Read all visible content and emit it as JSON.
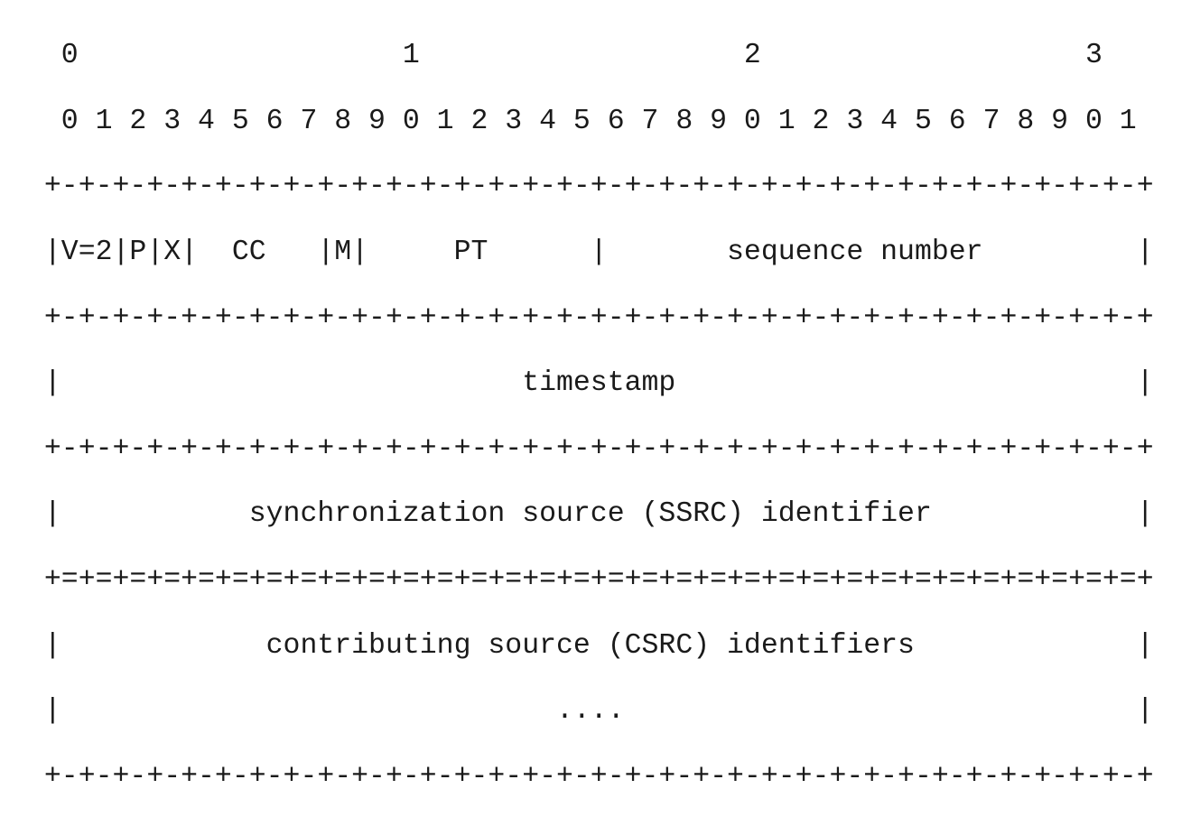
{
  "header": {
    "decades": "  0                   1                   2                   3",
    "bits": "  0 1 2 3 4 5 6 7 8 9 0 1 2 3 4 5 6 7 8 9 0 1 2 3 4 5 6 7 8 9 0 1"
  },
  "separators": {
    "dash": " +-+-+-+-+-+-+-+-+-+-+-+-+-+-+-+-+-+-+-+-+-+-+-+-+-+-+-+-+-+-+-+-+",
    "equals": " +=+=+=+=+=+=+=+=+=+=+=+=+=+=+=+=+=+=+=+=+=+=+=+=+=+=+=+=+=+=+=+=+"
  },
  "rows": {
    "first_word": " |V=2|P|X|  CC   |M|     PT      |       sequence number         |",
    "timestamp": " |                           timestamp                           |",
    "ssrc": " |           synchronization source (SSRC) identifier            |",
    "csrc": " |            contributing source (CSRC) identifiers             |",
    "csrc_cont": " |                             ....                              |"
  }
}
